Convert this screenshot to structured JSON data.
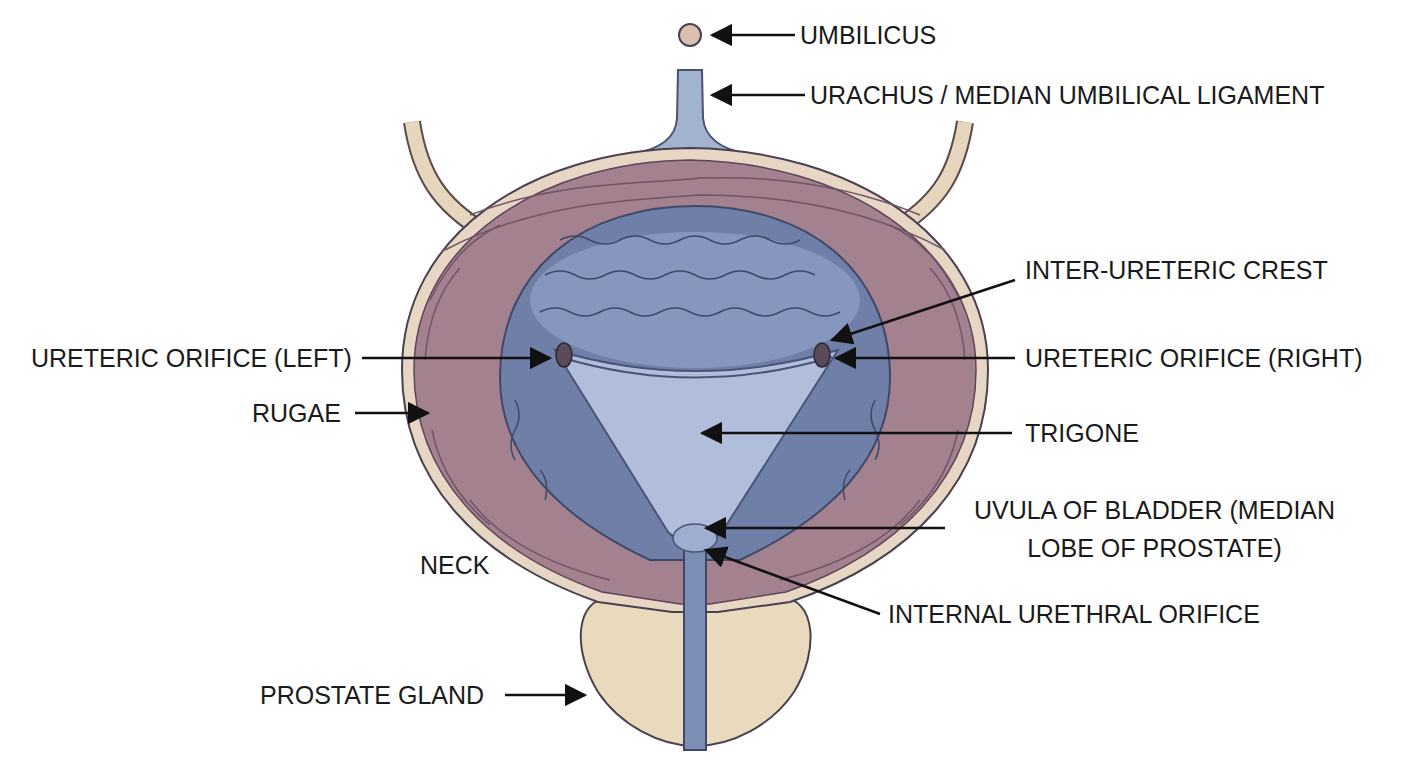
{
  "diagram": {
    "labels": [
      "UMBILICUS",
      "URACHUS / MEDIAN UMBILICAL LIGAMENT",
      "INTER-URETERIC CREST",
      "URETERIC ORIFICE (LEFT)",
      "URETERIC ORIFICE (RIGHT)",
      "RUGAE",
      "TRIGONE",
      "UVULA OF BLADDER (MEDIAN LOBE OF PROSTATE)",
      "NECK",
      "INTERNAL URETHRAL ORIFICE",
      "PROSTATE GLAND"
    ]
  }
}
